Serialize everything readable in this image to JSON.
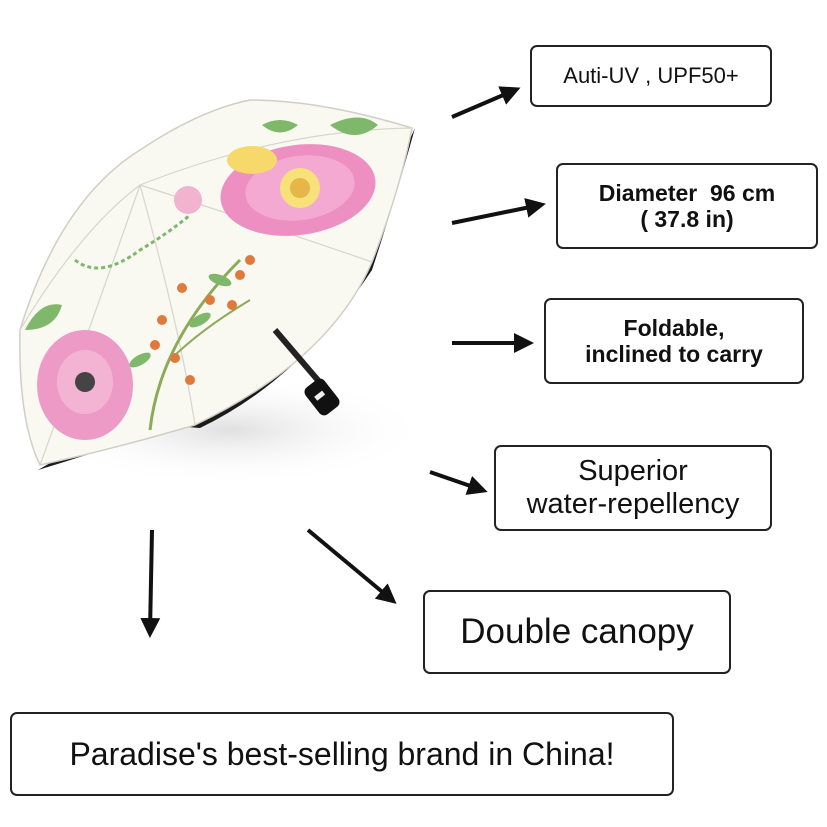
{
  "features": {
    "uv": "Auti-UV , UPF50+",
    "diameter_line1": "Diameter  96 cm",
    "diameter_line2": "( 37.8 in)",
    "foldable_line1": "Foldable,",
    "foldable_line2": "inclined to carry",
    "water_line1": "Superior",
    "water_line2": "water-repellency",
    "canopy": "Double canopy"
  },
  "banner": "Paradise's best-selling brand in China!",
  "colors": {
    "canopy": "#f9f8f1",
    "flower_pink": "#ee8fc2",
    "flower_center": "#f7e27a",
    "leaf_green": "#7fb86a",
    "arrow": "#111111",
    "border": "#222222"
  },
  "icons": [
    "umbrella-image",
    "arrow-icon"
  ]
}
